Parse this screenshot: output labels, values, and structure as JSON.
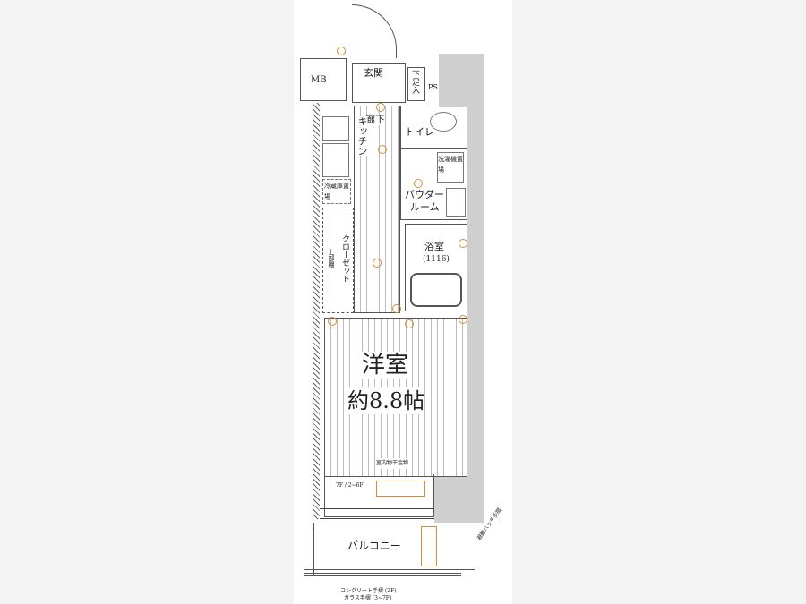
{
  "floorplan": {
    "mb": "MB",
    "ps": "PS",
    "entrance": "玄関",
    "shoe_storage": "下足入",
    "hallway": "廊下",
    "kitchen": "キッチン",
    "toilet": "トイレ",
    "fridge_space": "冷蔵庫置場",
    "laundry_space": "洗濯機置場",
    "powder_room": "パウダールーム",
    "powder_room_line1": "パウダー",
    "powder_room_line2": "ルーム",
    "bath": "浴室",
    "bath_size": "(1116)",
    "closet": "クローゼット",
    "upper_shelf": "上部棚",
    "western_room": "洋室",
    "western_room_size": "約8.8帖",
    "drying_rack": "室内物干金物",
    "floor_note": "7F / 2~6F",
    "balcony": "バルコニー",
    "handrail_note_1": "コンクリート手摺 (2F)",
    "handrail_note_2": "ガラス手摺 (3~7F)",
    "side_handrail": "避難ハッチ手摺"
  },
  "colors": {
    "equipment": "#d98a3a",
    "wall": "#cfcfcf",
    "background": "#f3f3f3"
  }
}
